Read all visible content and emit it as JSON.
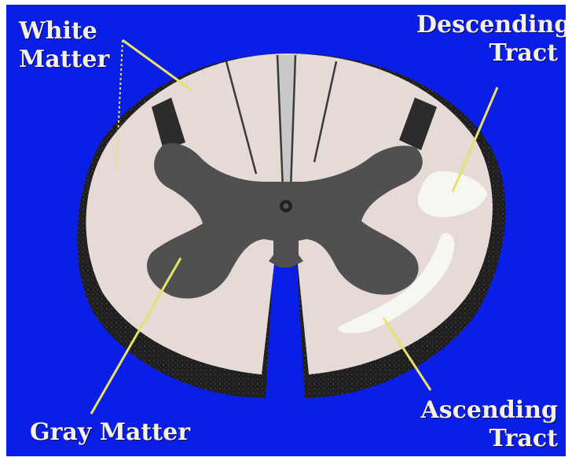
{
  "labels": {
    "white_matter": [
      "White",
      "Matter"
    ],
    "descending_tract": [
      "Descending",
      "Tract"
    ],
    "gray_matter": [
      "Gray Matter"
    ],
    "ascending_tract": [
      "Ascending",
      "Tract"
    ]
  },
  "colors": {
    "background": "#0a1ee6",
    "white_matter": "#e6dad7",
    "white_matter_center": "#c8c8c8",
    "gray_matter": "#505050",
    "outer_rim": "#1e1e1e",
    "tract": "#f7f7f2",
    "pointer_line": "#e6e26a",
    "label_text": "#f4f0ea"
  }
}
